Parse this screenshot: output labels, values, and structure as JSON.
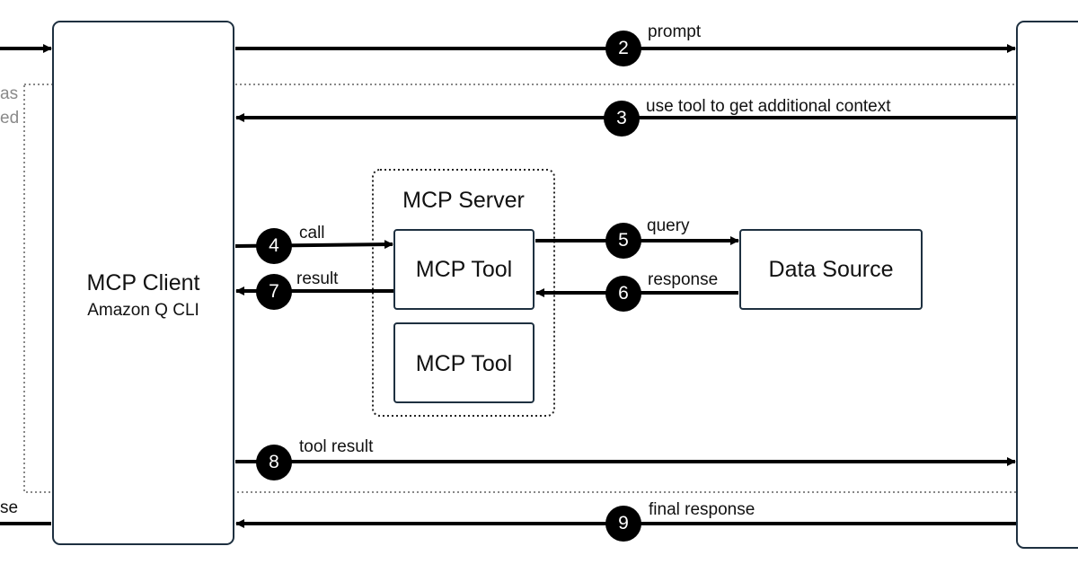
{
  "diagram": {
    "left_edge_text": [
      "as",
      "ed",
      "se"
    ],
    "client": {
      "title": "MCP Client",
      "subtitle": "Amazon Q CLI"
    },
    "server": {
      "title": "MCP Server",
      "tools": [
        "MCP Tool",
        "MCP Tool"
      ]
    },
    "data_source": "Data Source",
    "steps": [
      {
        "number": "2",
        "label": "prompt"
      },
      {
        "number": "3",
        "label": "use tool to get additional context"
      },
      {
        "number": "4",
        "label": "call"
      },
      {
        "number": "5",
        "label": "query"
      },
      {
        "number": "6",
        "label": "response"
      },
      {
        "number": "7",
        "label": "result"
      },
      {
        "number": "8",
        "label": "tool result"
      },
      {
        "number": "9",
        "label": "final response"
      }
    ]
  },
  "colors": {
    "line": "#000000",
    "box_border": "#1e3040",
    "dotted": "#888888"
  }
}
